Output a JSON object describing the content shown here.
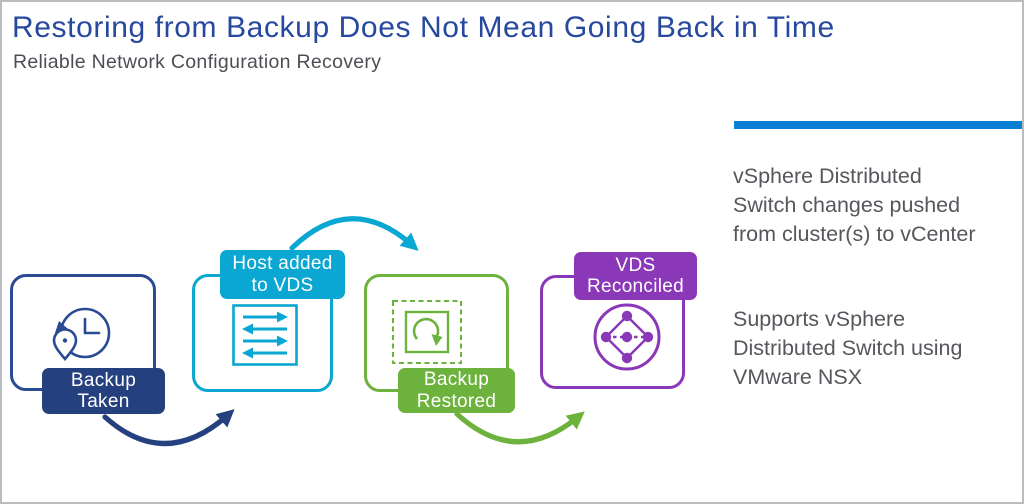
{
  "slide": {
    "title": "Restoring from Backup Does Not Mean Going Back in Time",
    "subtitle": "Reliable Network Configuration Recovery"
  },
  "flow": {
    "steps": [
      {
        "label": "Backup\nTaken",
        "color": "#24407e",
        "icon": "history-clock-pin-icon"
      },
      {
        "label": "Host added\nto VDS",
        "color": "#09a7d1",
        "icon": "transfer-arrows-icon"
      },
      {
        "label": "Backup\nRestored",
        "color": "#6cb23c",
        "icon": "restore-refresh-icon"
      },
      {
        "label": "VDS\nReconciled",
        "color": "#8a37b8",
        "icon": "network-nodes-icon"
      }
    ]
  },
  "sidebar": {
    "note1": "vSphere Distributed\nSwitch changes pushed\nfrom cluster(s) to vCenter",
    "note2": "Supports vSphere\nDistributed Switch using\nVMware NSX"
  },
  "colors": {
    "title_blue": "#26489e",
    "accent_bar_blue": "#0b7fd4",
    "navy": "#24407e",
    "cyan": "#09a7d1",
    "green": "#6cb23c",
    "purple": "#8a37b8",
    "body_text_gray": "#54575b"
  }
}
